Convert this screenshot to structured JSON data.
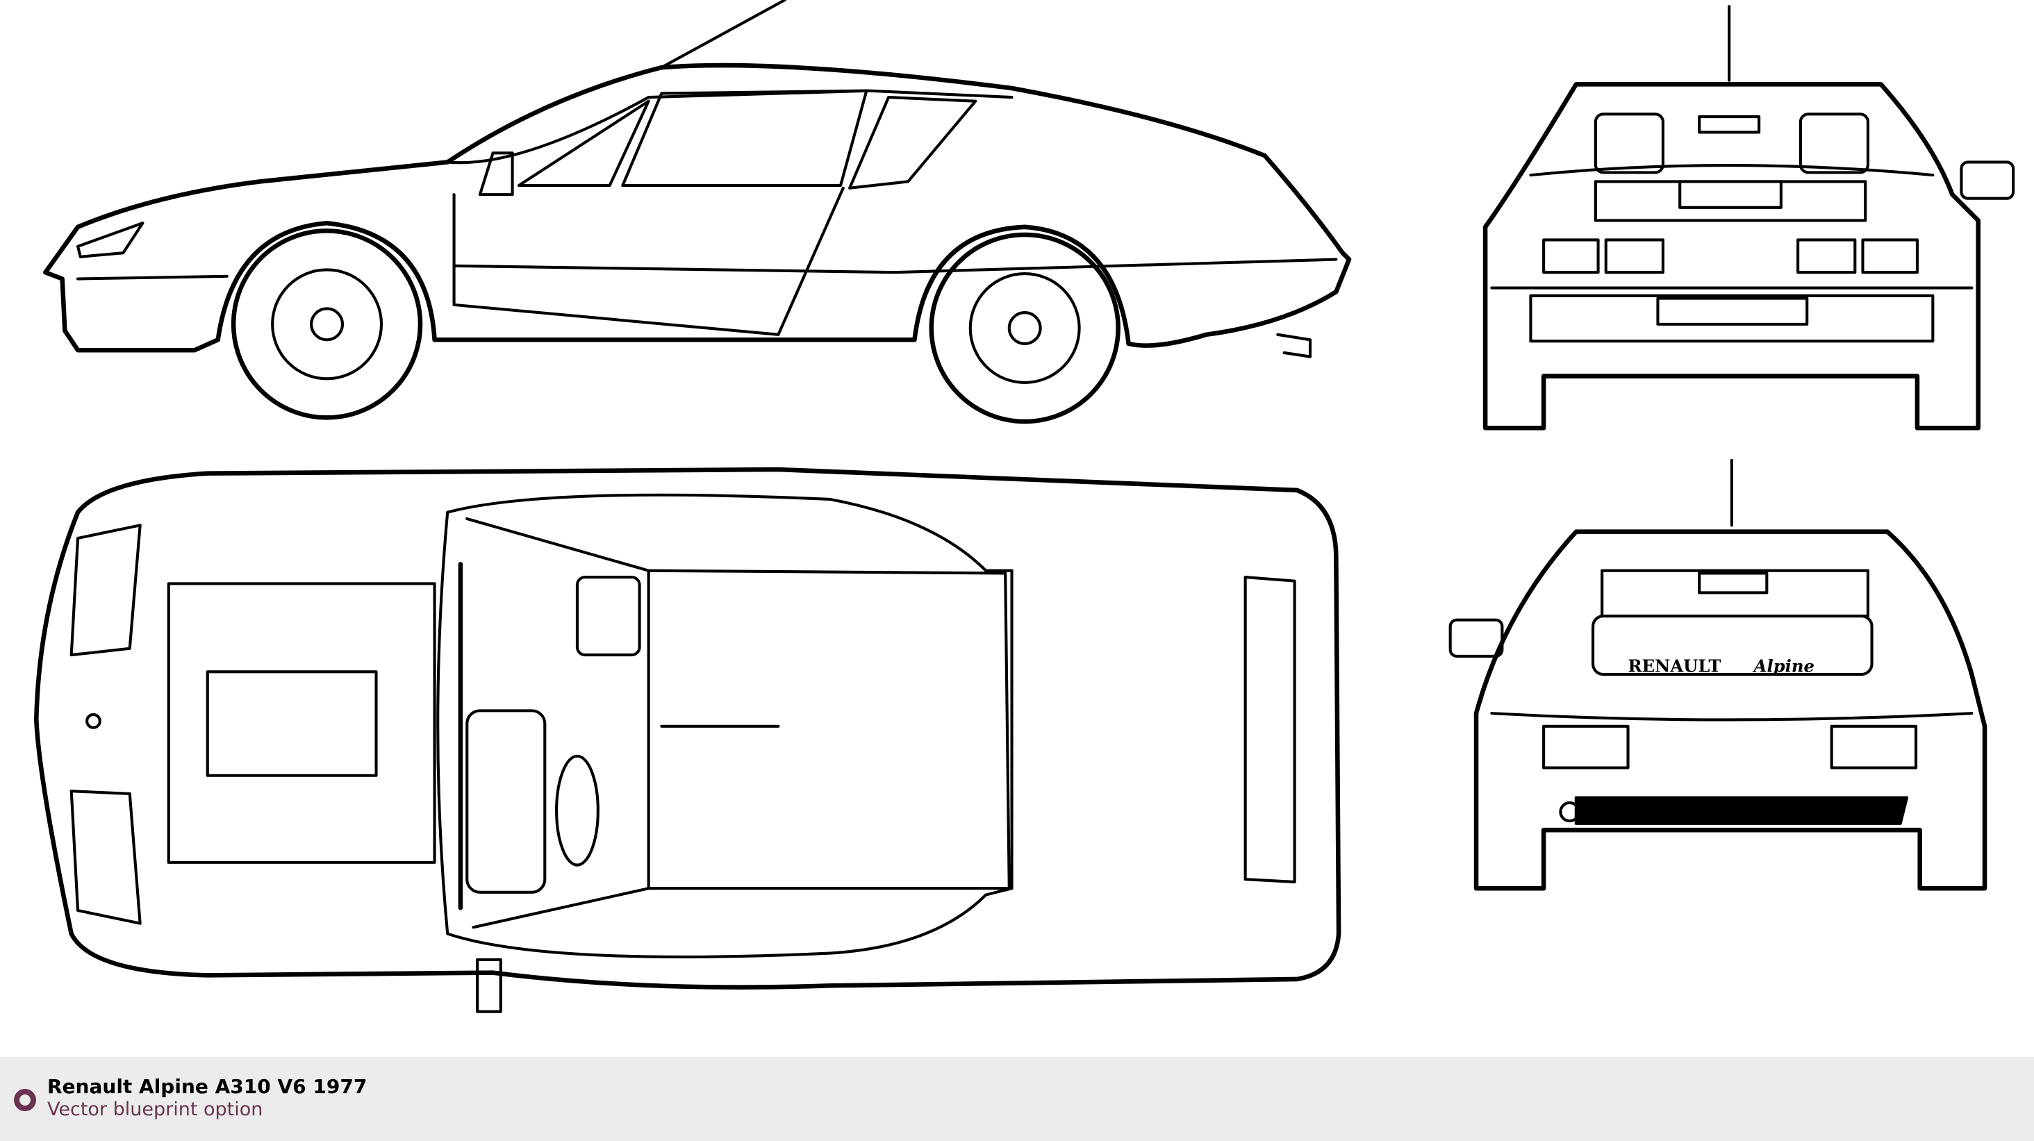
{
  "blueprint": {
    "views": [
      "side-view",
      "top-view",
      "front-view",
      "rear-view"
    ],
    "rear_badge_text": [
      "RENAULT",
      "Alpine"
    ]
  },
  "footer": {
    "title": "Renault Alpine A310 V6 1977",
    "subtitle": "Vector blueprint option",
    "accent_color": "#6a3350"
  }
}
